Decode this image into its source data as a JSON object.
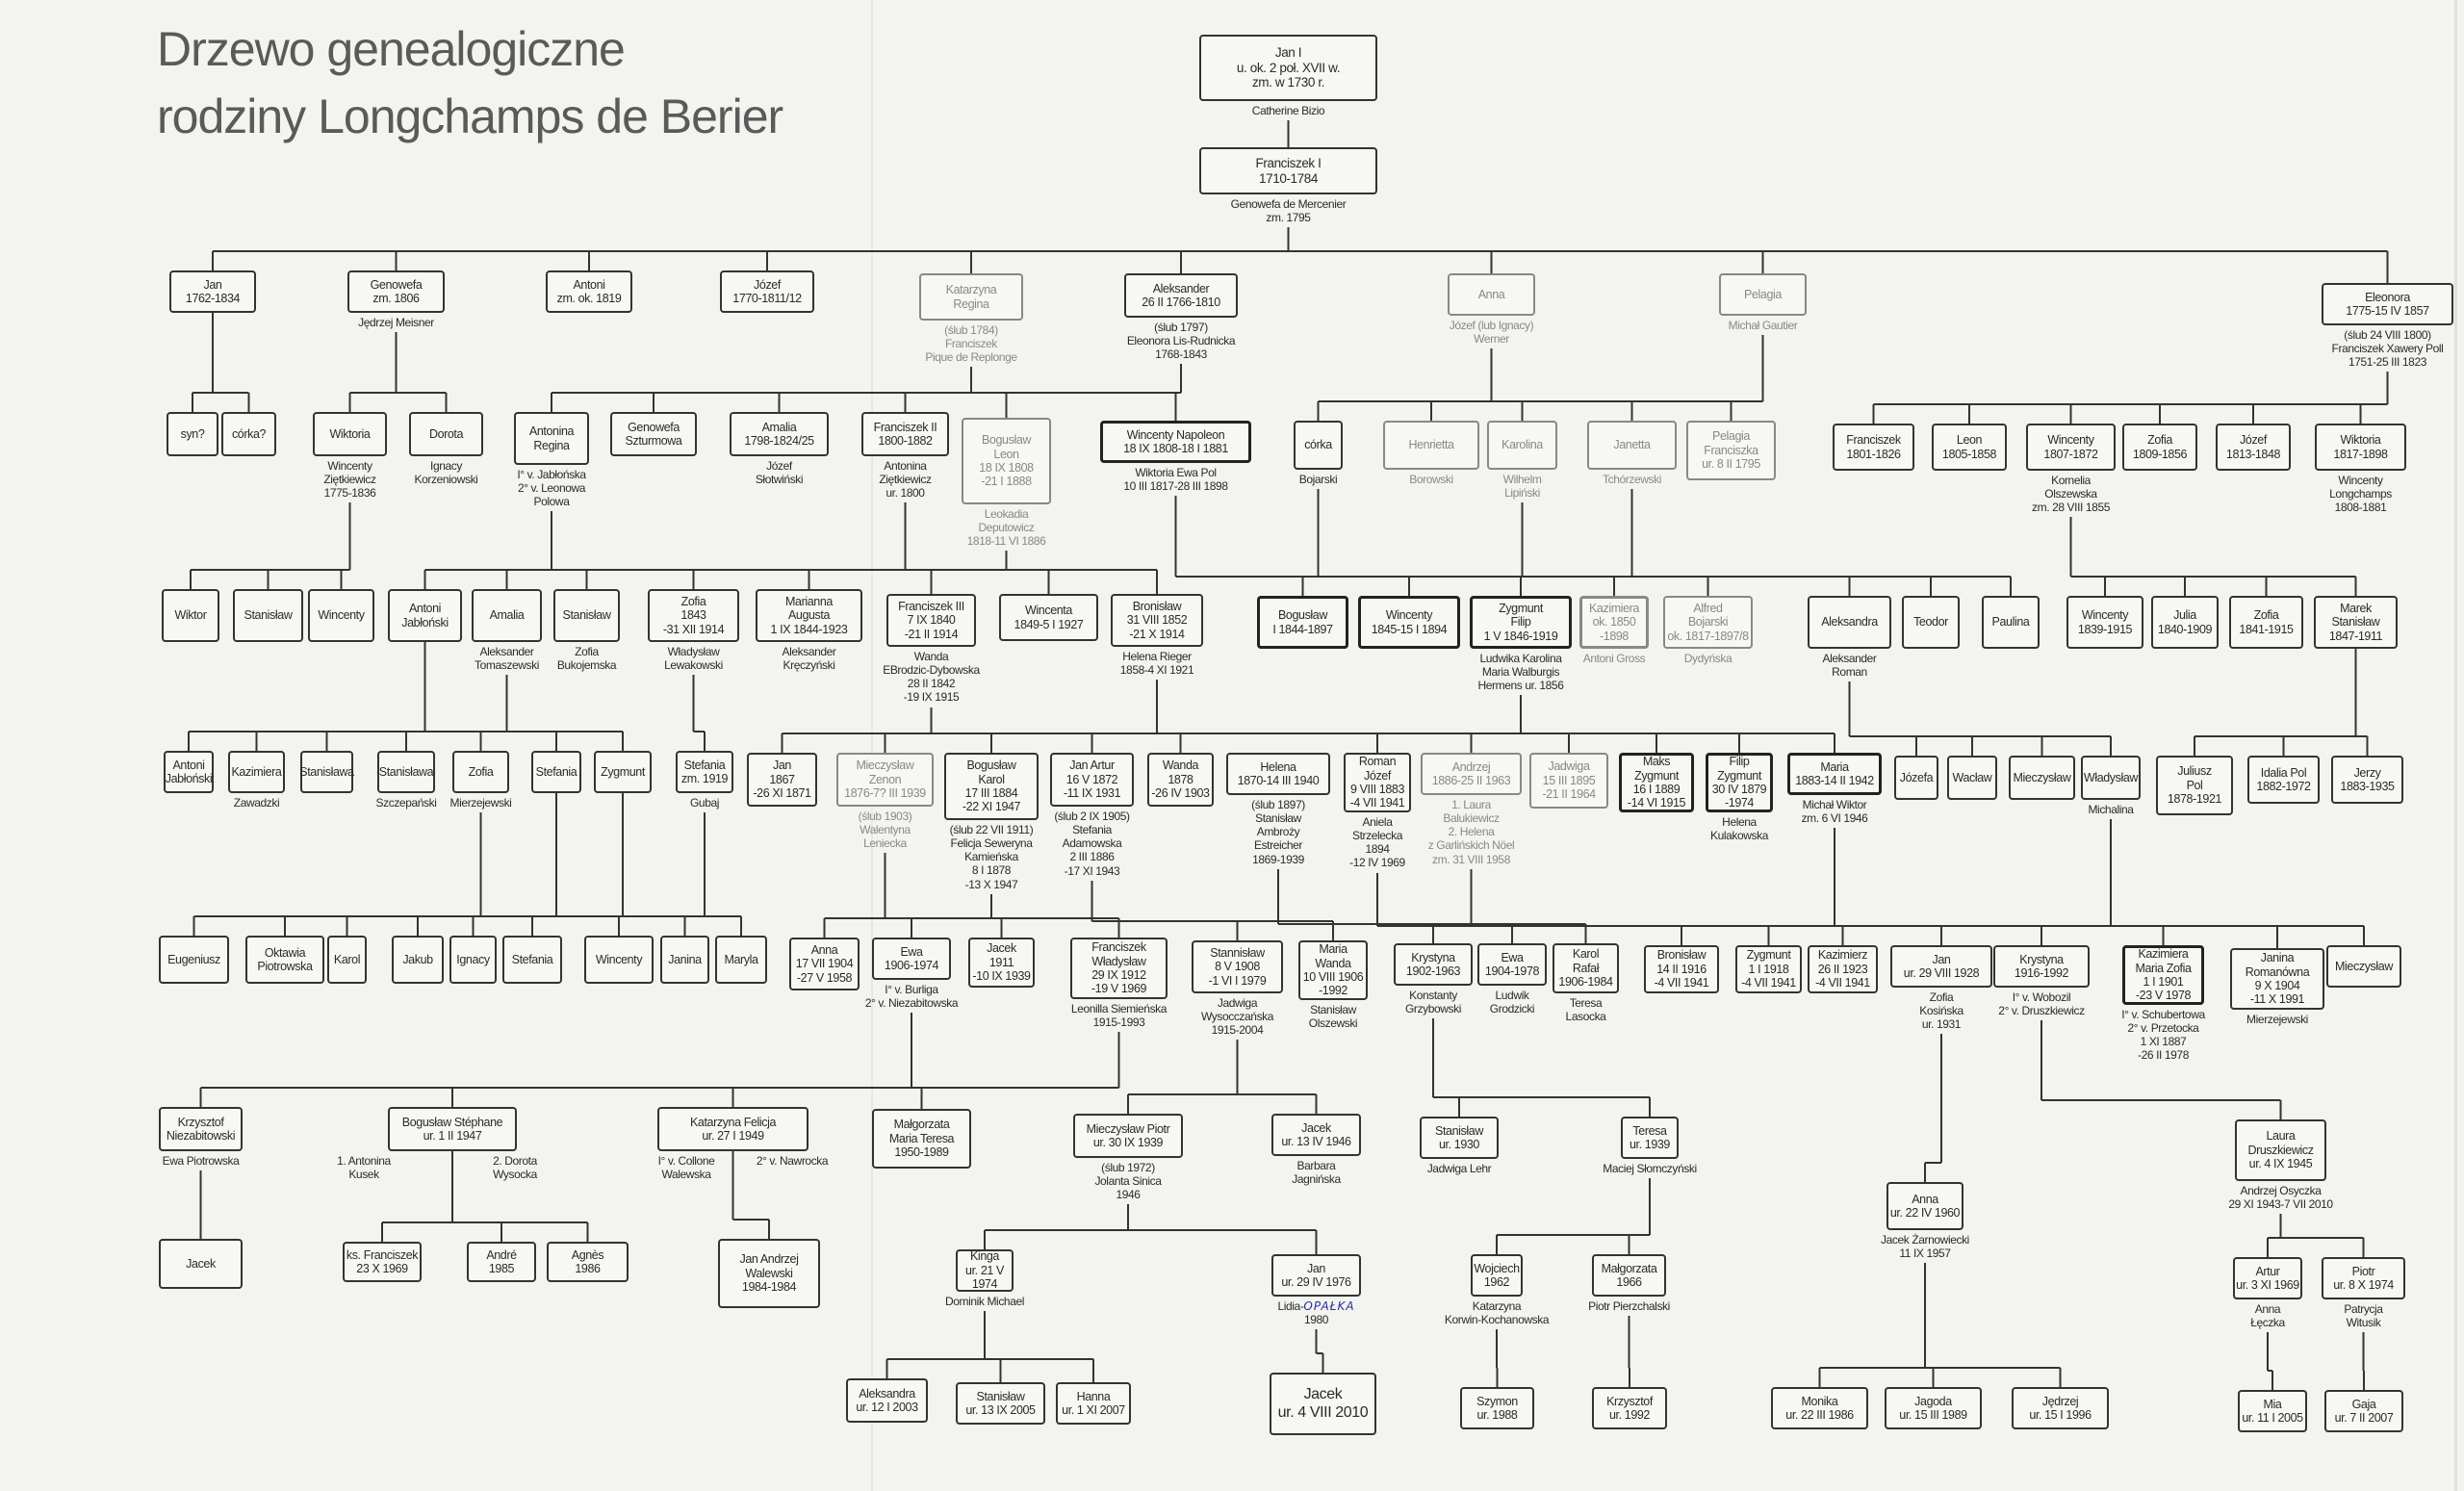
{
  "title": {
    "line1": "Drzewo genealogiczne",
    "line2": "rodziny Longchamps de Berier"
  },
  "persons": {
    "jan1": {
      "box": "Jan I\nu. ok. 2 poł. XVII w.\nzm. w 1730 r.",
      "note": "Catherine Bizio"
    },
    "fr1": {
      "box": "Franciszek I\n1710-1784",
      "note": "Genowefa de Mercenier\nzm. 1795"
    },
    "jan_1762": {
      "box": "Jan\n1762-1834"
    },
    "genowefa": {
      "box": "Genowefa\nzm. 1806",
      "note": "Jędrzej Meisner"
    },
    "antoni": {
      "box": "Antoni\nzm. ok. 1819"
    },
    "jozef": {
      "box": "Józef\n1770-1811/12"
    },
    "katarzyna": {
      "box": "Katarzyna\nRegina",
      "note": "(ślub 1784)\nFranciszek\nPique de Replonge"
    },
    "aleksander": {
      "box": "Aleksander\n26 II 1766-1810",
      "note": "(ślub 1797)\nEleonora Lis-Rudnicka\n1768-1843"
    },
    "anna": {
      "box": "Anna",
      "note": "Józef (lub Ignacy)\nWerner"
    },
    "pelagia": {
      "box": "Pelagia",
      "note": "Michał Gautier"
    },
    "eleonora": {
      "box": "Eleonora\n1775-15 IV 1857",
      "note": "(ślub 24 VIII 1800)\nFranciszek Xawery Poll\n1751-25 III 1823"
    },
    "syn": {
      "box": "syn?"
    },
    "corka1": {
      "box": "córka?"
    },
    "wiktoria": {
      "box": "Wiktoria",
      "note": "Wincenty\nZiętkiewicz\n1775-1836"
    },
    "dorota": {
      "box": "Dorota",
      "note": "Ignacy\nKorzeniowski"
    },
    "antonina": {
      "box": "Antonina\nRegina",
      "note": "I° v. Jabłońska\n2° v. Leonowa\nPolowa"
    },
    "genowefa2": {
      "box": "Genowefa\nSzturmowa"
    },
    "amalia": {
      "box": "Amalia\n1798-1824/25",
      "note": "Józef\nSłotwiński"
    },
    "franc2": {
      "box": "Franciszek II\n1800-1882",
      "note": "Antonina\nZiętkiewicz\nur. 1800"
    },
    "boguslaw_leon": {
      "box": "Bogusław\nLeon\n18 IX 1808\n-21 I 1888",
      "note": "Leokadia\nDeputowicz\n1818-11 VI 1886"
    },
    "wincenty_nap": {
      "box": "Wincenty Napoleon\n18 IX 1808-18 I 1881",
      "note": "Wiktoria Ewa Pol\n10 III 1817-28 III 1898"
    },
    "corka2": {
      "box": "córka",
      "note": "Bojarski"
    },
    "henrietta": {
      "box": "Henrietta",
      "note": "Borowski"
    },
    "karolina": {
      "box": "Karolina",
      "note": "Wilhelm\nLipiński"
    },
    "janetta": {
      "box": "Janetta",
      "note": "Tchórzewski"
    },
    "pelagia2": {
      "box": "Pelagia\nFranciszka\nur. 8 II 1795"
    },
    "franc_1801": {
      "box": "Franciszek\n1801-1826"
    },
    "leon": {
      "box": "Leon\n1805-1858"
    },
    "wincenty_1807": {
      "box": "Wincenty\n1807-1872",
      "note": "Kornelia\nOlszewska\nzm. 28 VIII 1855"
    },
    "zofia_1809": {
      "box": "Zofia\n1809-1856"
    },
    "jozef_1813": {
      "box": "Józef\n1813-1848"
    },
    "wiktoria_1817": {
      "box": "Wiktoria\n1817-1898",
      "note": "Wincenty\nLongchamps\n1808-1881"
    },
    "wiktor": {
      "box": "Wiktor"
    },
    "stanislaw1": {
      "box": "Stanisław"
    },
    "wincenty1": {
      "box": "Wincenty"
    },
    "antoni_jab": {
      "box": "Antoni\nJabłoński"
    },
    "amalia2": {
      "box": "Amalia",
      "note": "Aleksander\nTomaszewski"
    },
    "stanislaw2": {
      "box": "Stanisław",
      "note": "Zofia\nBukojemska"
    },
    "zofia1843": {
      "box": "Zofia\n1843\n-31 XII 1914",
      "note": "Władysław\nLewakowski"
    },
    "marianna": {
      "box": "Marianna\nAugusta\n1 IX 1844-1923",
      "note": "Aleksander\nKręczyński"
    },
    "franc3": {
      "box": "Franciszek III\n7 IX 1840\n-21 II 1914",
      "note": "Wanda\nEBrodzic-Dybowska\n28 II 1842\n-19 IX 1915"
    },
    "wincenta": {
      "box": "Wincenta\n1849-5 I 1927"
    },
    "bronislaw1852": {
      "box": "Bronisław\n31 VIII 1852\n-21 X 1914",
      "note": "Helena Rieger\n1858-4 XI 1921"
    },
    "boguslaw1844": {
      "box": "Bogusław\nI 1844-1897"
    },
    "wincenty1845": {
      "box": "Wincenty\n1845-15 I 1894"
    },
    "zygmunt_filip": {
      "box": "Zygmunt\nFilip\n1 V 1846-1919",
      "note": "Ludwika Karolina\nMaria Walburgis\nHermens ur. 1856"
    },
    "kazimiera1850": {
      "box": "Kazimiera\nok. 1850\n-1898",
      "note": "Antoni Gross"
    },
    "alfred": {
      "box": "Alfred\nBojarski\nok. 1817-1897/8",
      "note": "Dydyńska"
    },
    "aleksandra": {
      "box": "Aleksandra",
      "note": "Aleksander\nRoman"
    },
    "teodor": {
      "box": "Teodor"
    },
    "paulina": {
      "box": "Paulina"
    },
    "wincenty1839": {
      "box": "Wincenty\n1839-1915"
    },
    "julia": {
      "box": "Julia\n1840-1909"
    },
    "zofia1841": {
      "box": "Zofia\n1841-1915"
    },
    "marek": {
      "box": "Marek\nStanisław\n1847-1911"
    },
    "antoni_jab2": {
      "box": "Antoni\nJabłoński"
    },
    "kazimiera2": {
      "box": "Kazimiera",
      "note": "Zawadzki"
    },
    "stanislawa1": {
      "box": "Stanisława"
    },
    "stanislawa2": {
      "box": "Stanisława",
      "note": "Szczepański"
    },
    "zofia_m": {
      "box": "Zofia",
      "note": "Mierzejewski"
    },
    "stefania1": {
      "box": "Stefania"
    },
    "zygmunt1": {
      "box": "Zygmunt"
    },
    "stefania1919": {
      "box": "Stefania\nzm. 1919",
      "note": "Gubaj"
    },
    "jan1867": {
      "box": "Jan\n1867\n-26 XI 1871"
    },
    "mieczyslaw": {
      "box": "Mieczysław\nZenon\n1876-7? III 1939",
      "note": "(ślub 1903)\nWalentyna\nLeniecka"
    },
    "boguslaw_karol": {
      "box": "Bogusław\nKarol\n17 III 1884\n-22 XI 1947",
      "note": "(ślub 22 VII 1911)\nFelicja Seweryna\nKamieńska\n8 I 1878\n-13 X 1947"
    },
    "jan_artur": {
      "box": "Jan Artur\n16 V 1872\n-11 IX 1931",
      "note": "(ślub 2 IX 1905)\nStefania\nAdamowska\n2 III 1886\n-17 XI 1943"
    },
    "wanda1878": {
      "box": "Wanda\n1878\n-26 IV 1903"
    },
    "helena": {
      "box": "Helena\n1870-14 III 1940",
      "note": "(ślub 1897)\nStanisław\nAmbroży\nEstreicher\n1869-1939"
    },
    "roman": {
      "box": "Roman\nJózef\n9 VIII 1883\n-4 VII 1941",
      "note": "Aniela\nStrzelecka\n1894\n-12 IV 1969"
    },
    "andrzej": {
      "box": "Andrzej\n1886-25 II 1963",
      "note": "1. Laura\nBalukiewicz\n2. Helena\nz Garlińskich Nöel\nzm. 31 VIII 1958"
    },
    "jadwiga1895": {
      "box": "Jadwiga\n15 III 1895\n-21 II 1964"
    },
    "maks": {
      "box": "Maks\nZygmunt\n16 I 1889\n-14 VI 1915"
    },
    "filip": {
      "box": "Filip\nZygmunt\n30 IV 1879\n-1974",
      "note": "Helena\nKulakowska"
    },
    "maria1883": {
      "box": "Maria\n1883-14 II 1942",
      "note": "Michał Wiktor\nzm. 6 VI 1946"
    },
    "jozefa": {
      "box": "Józefa"
    },
    "waclaw": {
      "box": "Wacław"
    },
    "mieczyslaw2": {
      "box": "Mieczysław"
    },
    "wladyslaw": {
      "box": "Władysław",
      "note": "Michalina"
    },
    "juliusz": {
      "box": "Juliusz\nPol\n1878-1921"
    },
    "idalia": {
      "box": "Idalia Pol\n1882-1972"
    },
    "jerzy": {
      "box": "Jerzy\n1883-1935"
    },
    "eugeniusz": {
      "box": "Eugeniusz"
    },
    "oktawia": {
      "box": "Oktawia\nPiotrowska"
    },
    "karol1": {
      "box": "Karol"
    },
    "jakub": {
      "box": "Jakub"
    },
    "ignacy": {
      "box": "Ignacy"
    },
    "stefania2": {
      "box": "Stefania"
    },
    "wincenty2": {
      "box": "Wincenty"
    },
    "janina1": {
      "box": "Janina"
    },
    "maryla": {
      "box": "Maryla"
    },
    "anna1904": {
      "box": "Anna\n17 VII 1904\n-27 V 1958"
    },
    "ewa1906": {
      "box": "Ewa\n1906-1974",
      "note": "I° v. Burliga\n2° v. Niezabitowska"
    },
    "jacek1911": {
      "box": "Jacek\n1911\n-10 IX 1939"
    },
    "franc_wlad": {
      "box": "Franciszek\nWładysław\n29 IX 1912\n-19 V 1969",
      "note": "Leonilla Siemieńska\n1915-1993"
    },
    "stanislaw1908": {
      "box": "Stannisław\n8 V  1908\n-1 VI I 1979",
      "note": "Jadwiga\nWysocczańska\n1915-2004"
    },
    "maria_wanda": {
      "box": "Maria\nWanda\n10 VIII 1906\n-1992",
      "note": "Stanisław\nOlszewski"
    },
    "krystyna1902": {
      "box": "Krystyna\n1902-1963",
      "note": "Konstanty\nGrzybowski"
    },
    "ewa1904": {
      "box": "Ewa\n1904-1978",
      "note": "Ludwik\nGrodzicki"
    },
    "karol_rafal": {
      "box": "Karol\nRafał\n1906-1984",
      "note": "Teresa\nLasocka"
    },
    "bronislaw1916": {
      "box": "Bronisław\n14 II 1916\n-4 VII 1941"
    },
    "zygmunt1918": {
      "box": "Zygmunt\n1 I 1918\n-4 VII 1941"
    },
    "kazimierz1923": {
      "box": "Kazimierz\n26 II 1923\n-4 VII 1941"
    },
    "jan1928": {
      "box": "Jan\nur. 29 VIII 1928",
      "note": "Zofia\nKosińska\nur. 1931"
    },
    "krystyna1916": {
      "box": "Krystyna\n1916-1992",
      "note": "I° v. Wobozil\n2° v. Druszkiewicz"
    },
    "kazimiera1901": {
      "box": "Kazimiera\nMaria Zofia\n1 I 1901\n-23 V 1978",
      "note": "I° v. Schubertowa\n2° v. Przetocka\n1 XI 1887\n-26 II 1978"
    },
    "janina_r": {
      "box": "Janina\nRomanówna\n9 X 1904\n-11 X 1991",
      "note": "Mierzejewski"
    },
    "mieczyslaw3": {
      "box": "Mieczysław"
    },
    "krzysztof": {
      "box": "Krzysztof\nNiezabitowski",
      "note": "Ewa Piotrowska"
    },
    "boguslaw_st": {
      "box": "Bogusław Stéphane\nur. 1 II 1947"
    },
    "katarzyna_f": {
      "box": "Katarzyna Felicja\nur. 27 I 1949"
    },
    "malgorzata_mt": {
      "box": "Małgorzata\nMaria Teresa\n1950-1989"
    },
    "mieczyslaw_p": {
      "box": "Mieczysław Piotr\nur. 30 IX 1939",
      "note": "(ślub 1972)\nJolanta Sinica\n1946"
    },
    "jacek1946": {
      "box": "Jacek\nur. 13 IV 1946",
      "note": "Barbara\nJagnińska"
    },
    "stanislaw1930": {
      "box": "Stanisław\nur. 1930",
      "note": "Jadwiga Lehr"
    },
    "teresa1939": {
      "box": "Teresa\nur. 1939",
      "note": "Maciej Słomczyński"
    },
    "laura": {
      "box": "Laura\nDruszkiewicz\nur. 4 IX 1945",
      "note": "Andrzej Osyczka\n29 XI 1943-7 VII 2010"
    },
    "anna1960": {
      "box": "Anna\nur. 22 IV 1960",
      "note": "Jacek Żarnowiecki\n11 IX 1957"
    },
    "jacek_sol": {
      "box": "Jacek"
    },
    "ks_franc": {
      "box": "ks. Franciszek\n23 X 1969"
    },
    "andre": {
      "box": "André\n1985"
    },
    "agnes": {
      "box": "Agnès\n1986"
    },
    "jan_andrzej": {
      "box": "Jan Andrzej\nWalewski\n1984-1984"
    },
    "kinga": {
      "box": "Kinga\nur. 21 V 1974",
      "note": "Dominik Michael"
    },
    "jan1976": {
      "box": "Jan\nur. 29 IV 1976",
      "note": "Lidia-",
      "hand": "OPAŁKA",
      "note2": "1980"
    },
    "wojciech": {
      "box": "Wojciech\n1962",
      "note": "Katarzyna\nKorwin-Kochanowska"
    },
    "malgorzata1966": {
      "box": "Małgorzata\n1966",
      "note": "Piotr Pierzchalski"
    },
    "artur": {
      "box": "Artur\nur. 3 XI 1969",
      "note": "Anna\nŁęczka"
    },
    "piotr": {
      "box": "Piotr\nur. 8 X 1974",
      "note": "Patrycja\nWitusik"
    },
    "aleksandra2003": {
      "box": "Aleksandra\nur. 12 I 2003"
    },
    "stanislaw2005": {
      "box": "Stanisław\nur. 13 IX 2005"
    },
    "hanna": {
      "box": "Hanna\nur. 1 XI 2007"
    },
    "jacek2010": {
      "box": "Jacek\nur. 4 VIII 2010"
    },
    "szymon": {
      "box": "Szymon\nur. 1988"
    },
    "krzysztof1992": {
      "box": "Krzysztof\nur. 1992"
    },
    "monika": {
      "box": "Monika\nur. 22 III 1986"
    },
    "jagoda": {
      "box": "Jagoda\nur. 15 III 1989"
    },
    "jedrzej": {
      "box": "Jędrzej\nur. 15 I 1996"
    },
    "mia": {
      "box": "Mia\nur. 11 I 2005"
    },
    "gaja": {
      "box": "Gaja\nur. 7 II 2007"
    }
  },
  "spouse_notes": {
    "boguslaw_st_1": "1. Antonina\nKusek",
    "boguslaw_st_2": "2. Dorota\nWysocka",
    "katarzyna_f_1": "I° v. Collone\nWalewska",
    "katarzyna_f_2": "2° v. Nawrocka"
  }
}
